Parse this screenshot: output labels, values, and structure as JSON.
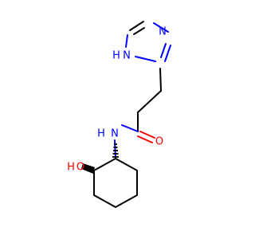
{
  "molecule": {
    "colors": {
      "bond": "#000000",
      "nitrogen": "#0000ff",
      "oxygen": "#ff0000",
      "background": "#ffffff"
    },
    "labels": {
      "imidazole_nh": "N",
      "imidazole_h": "H",
      "imidazole_n": "N",
      "amide_n": "N",
      "amide_h": "H",
      "carbonyl_o": "O",
      "hydroxyl_h": "H",
      "hydroxyl_o": "O"
    }
  }
}
